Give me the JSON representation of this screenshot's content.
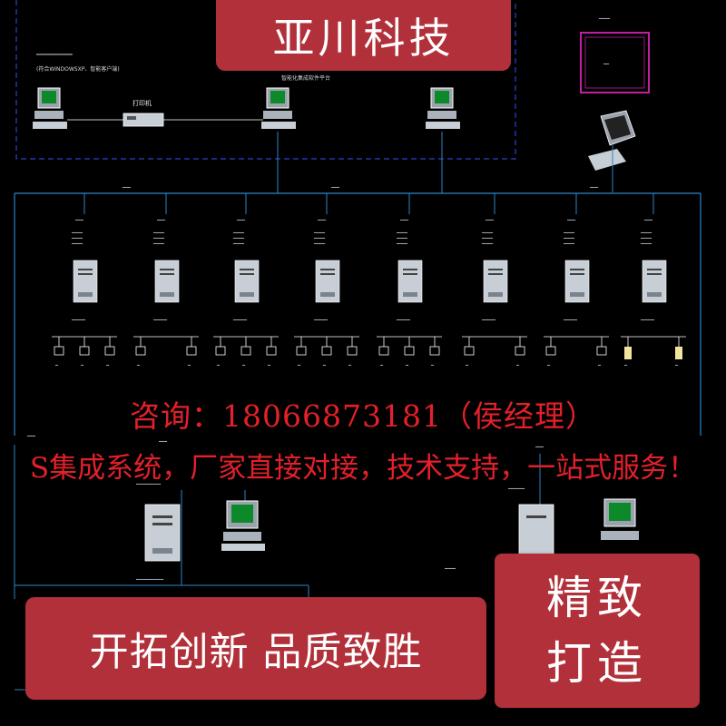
{
  "brand": {
    "title": "亚川科技"
  },
  "contact": {
    "phone_line": "咨询：18066873181（侯经理）",
    "service_line": "S集成系统，厂家直接对接，技术支持，一站式服务！"
  },
  "slogan": {
    "text": "开拓创新  品质致胜"
  },
  "badge": {
    "line1": "精致",
    "line2": "打造"
  },
  "diagram": {
    "workstation_note": "(符合WINDOWSXP、智能客户端)",
    "printer_label": "打印机",
    "platform_label": "智能化集成软件平台"
  },
  "colors": {
    "banner": "#b1303a",
    "contact_text": "#e4202a",
    "bus_line": "#2a86c8",
    "highlight_frame": "#c21fa3"
  }
}
